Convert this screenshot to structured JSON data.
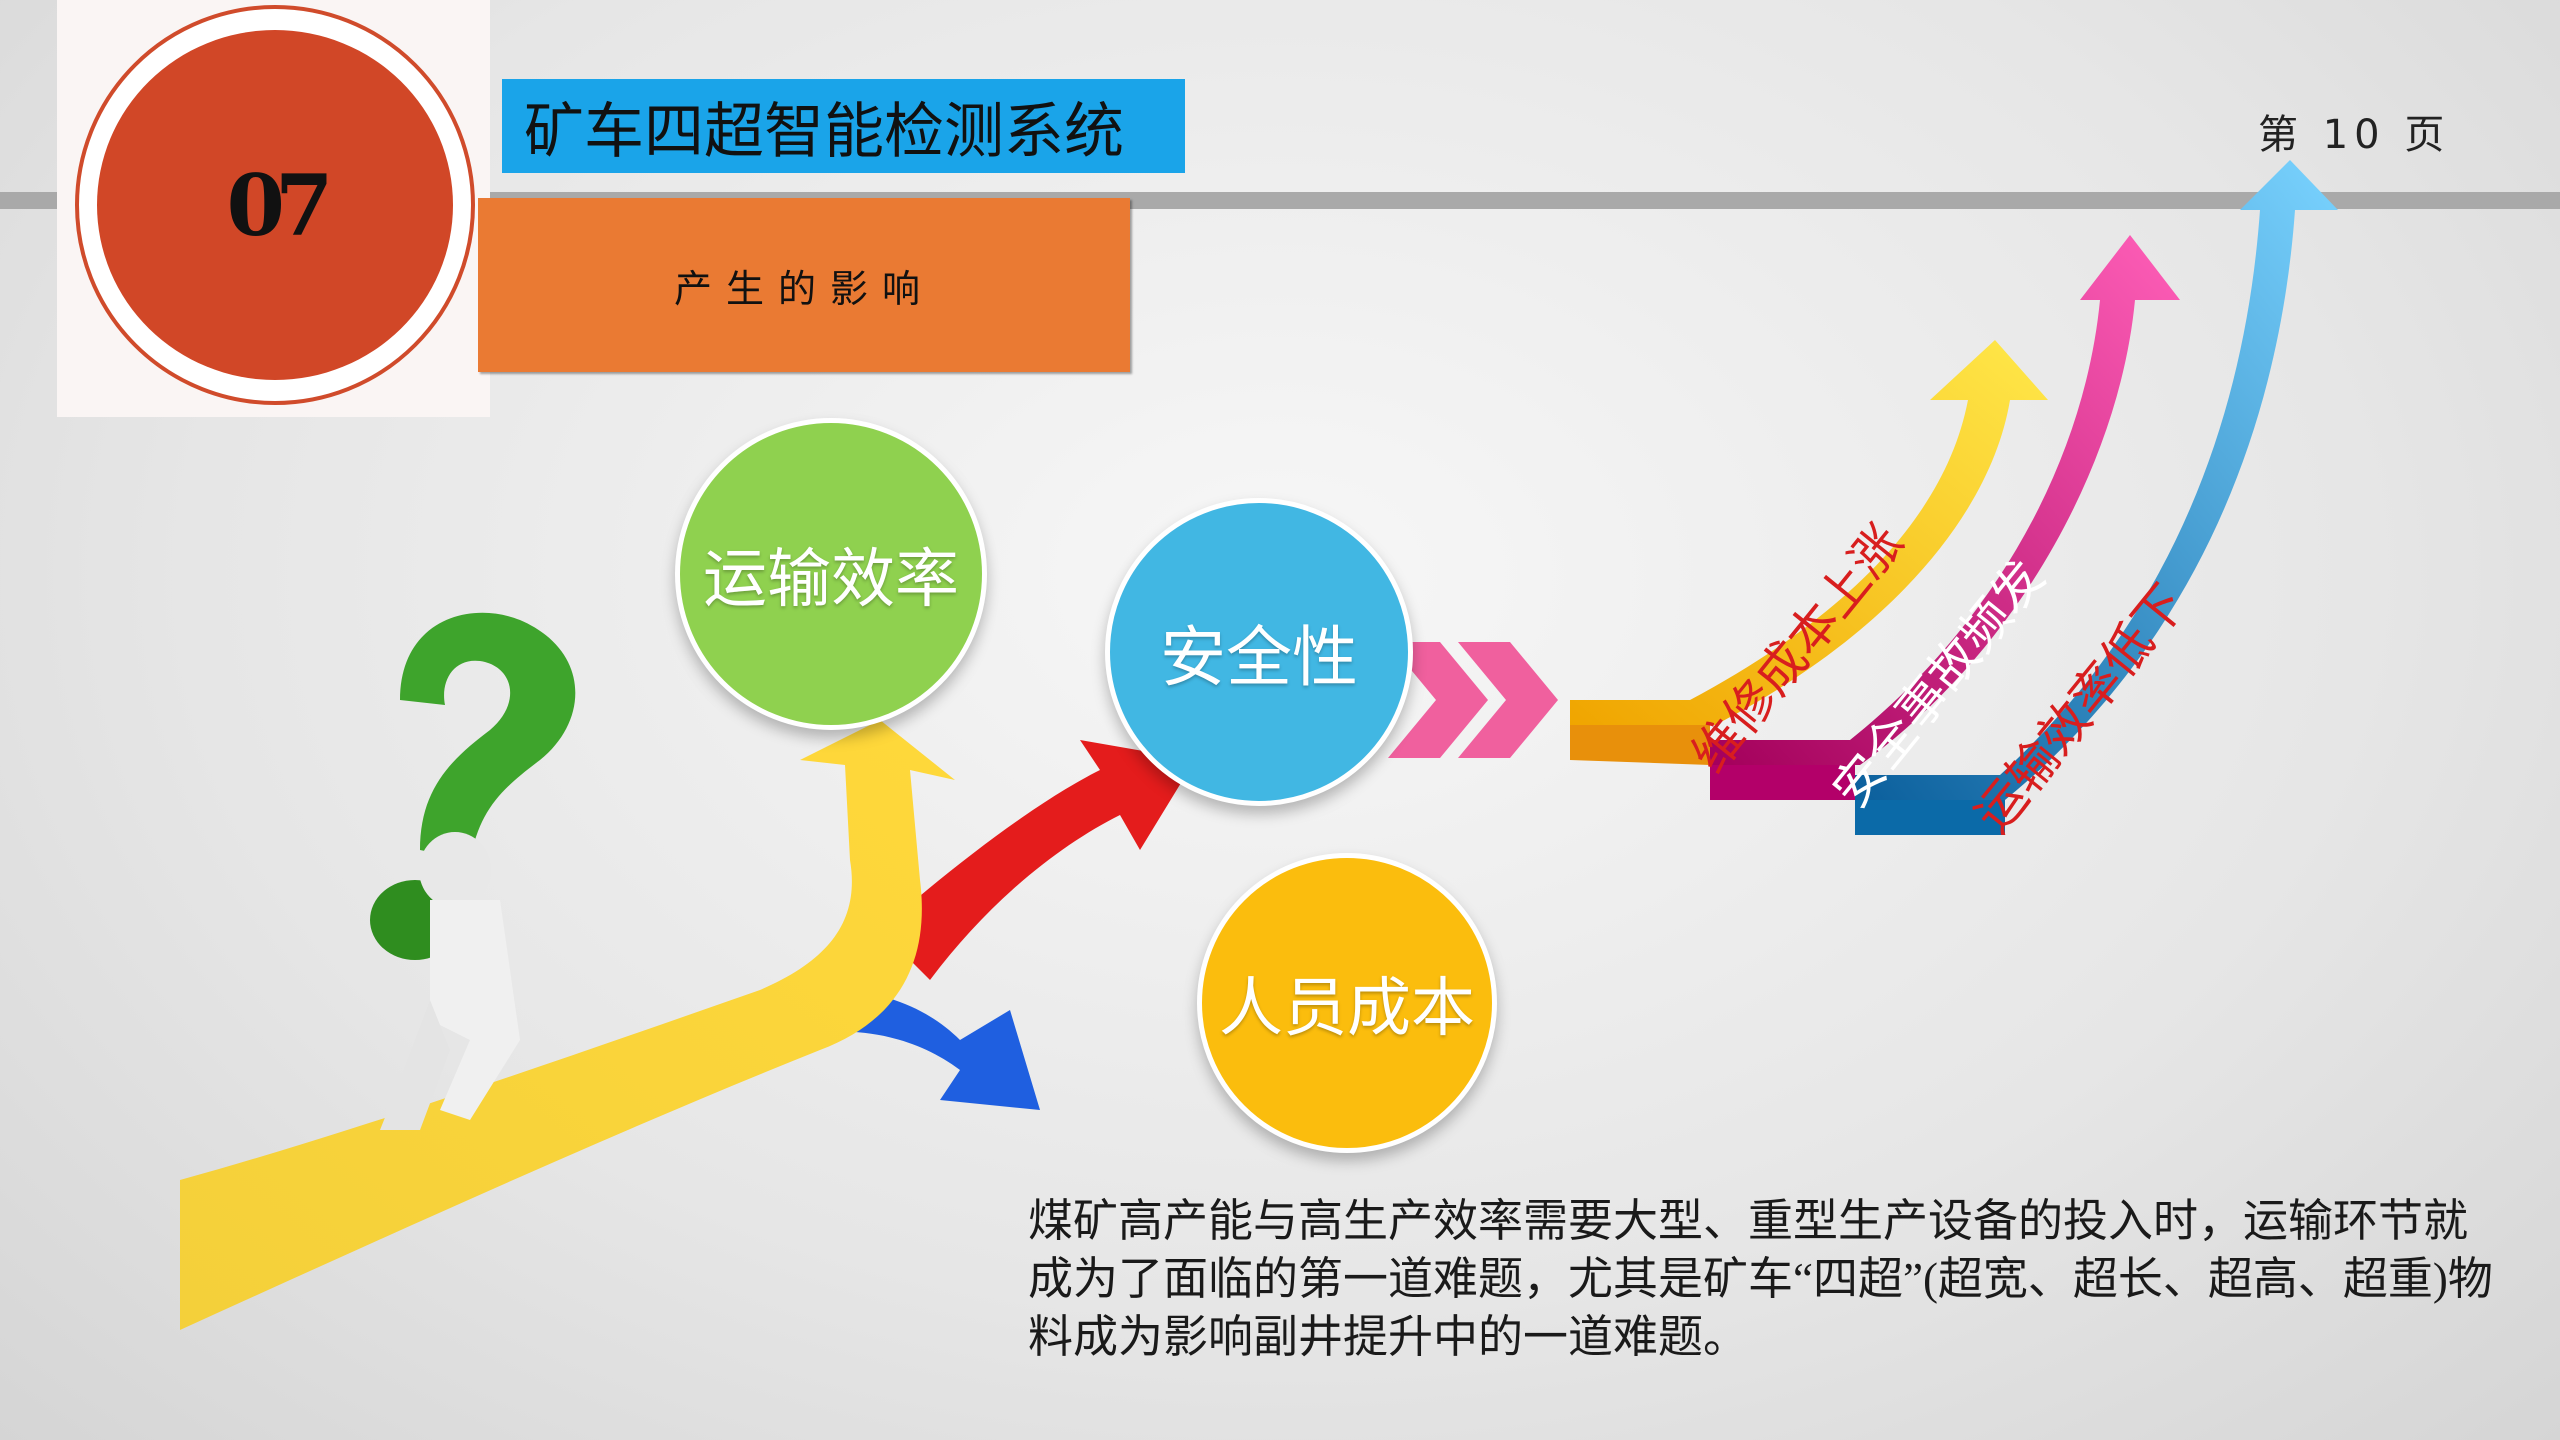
{
  "header": {
    "badge_number": "07",
    "title": "矿车四超智能检测系统",
    "subtitle": "产生的影响",
    "page_indicator": "第 10 页"
  },
  "circles": {
    "green": "运输效率",
    "blue": "安全性",
    "orange": "人员成本"
  },
  "rising_arrows": {
    "maintenance": "维修成本上涨",
    "safety": "安全事故频发",
    "transport": "运输效率低下"
  },
  "description": "煤矿高产能与高生产效率需要大型、重型生产设备的投入时，运输环节就成为了面临的第一道难题，尤其是矿车“四超”(超宽、超长、超高、超重)物料成为影响副井提升中的一道难题。",
  "colors": {
    "title_bg": "#1aa4e9",
    "subtitle_bg": "#ea7a33",
    "badge_red": "#d14727",
    "green": "#8fd14f",
    "blue": "#41b7e3",
    "orange": "#fbbd0d",
    "arrow_yellow": "#f7c51f",
    "arrow_magenta": "#d8127e",
    "arrow_cyan": "#1e8fd0"
  }
}
